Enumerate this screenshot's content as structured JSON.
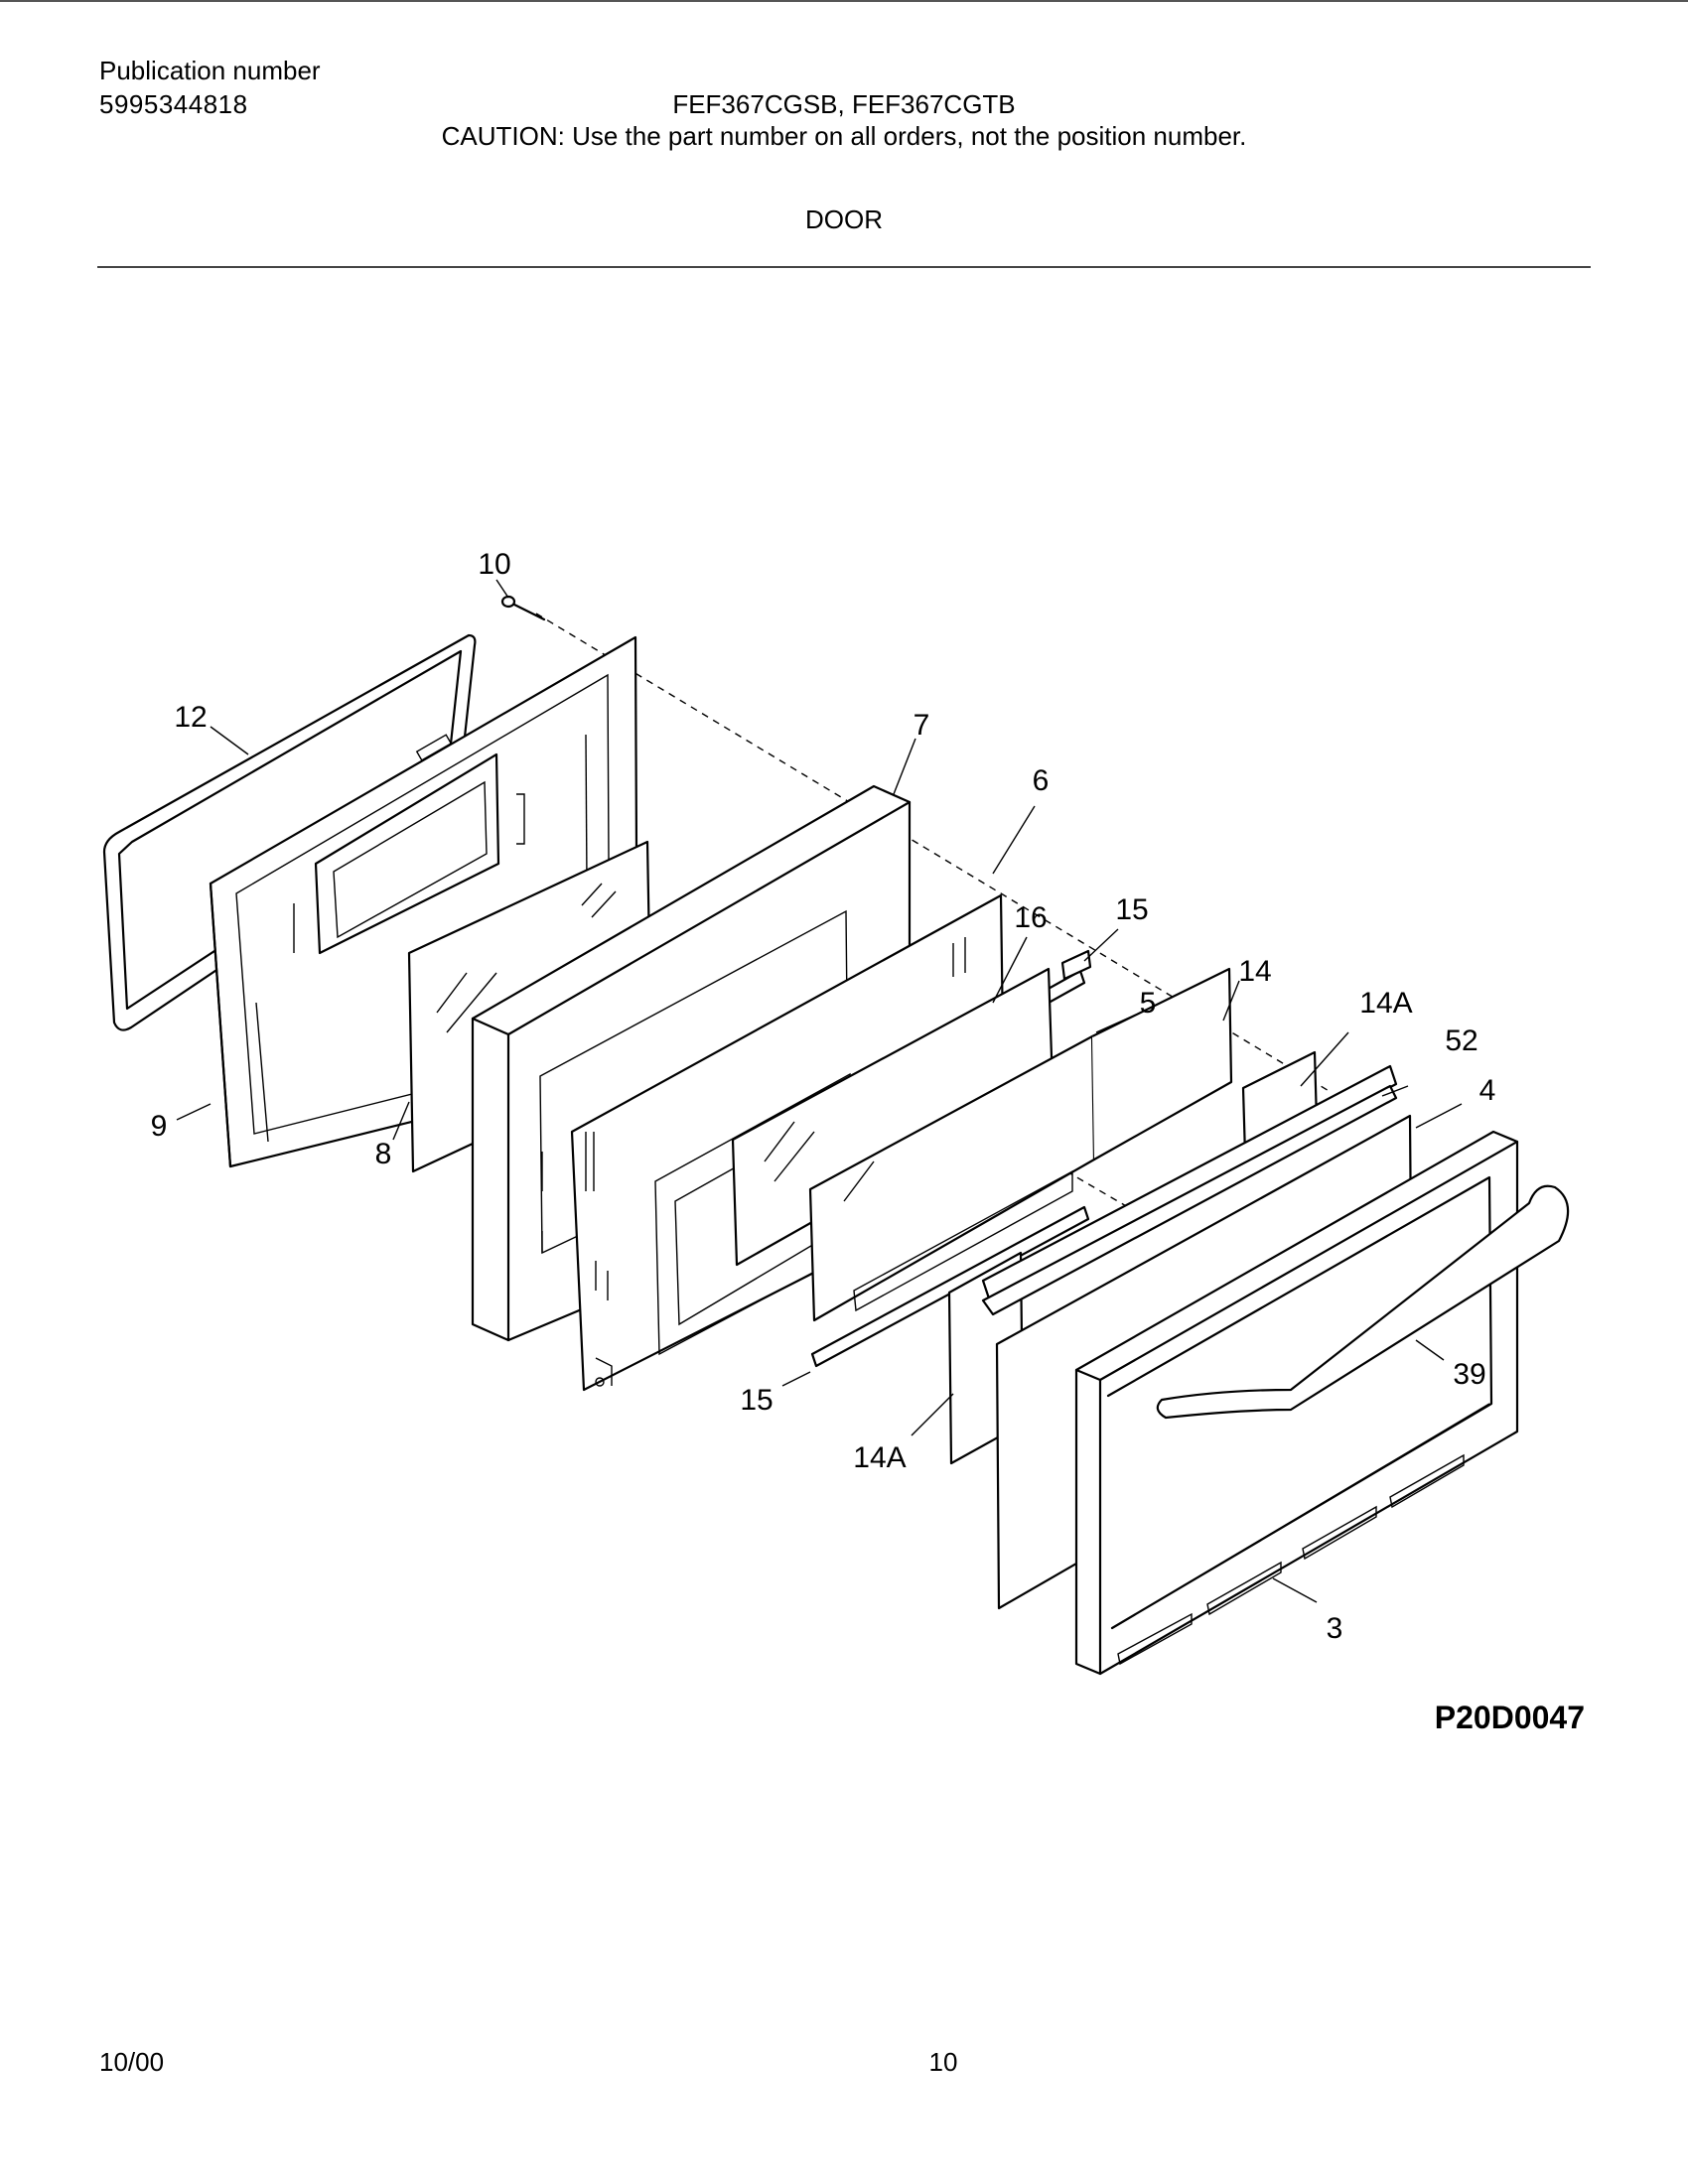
{
  "header": {
    "publication_label": "Publication number",
    "publication_number": "5995344818",
    "models": "FEF367CGSB, FEF367CGTB",
    "caution": "CAUTION:  Use the part number on all orders, not the position number.",
    "section_title": "DOOR"
  },
  "callouts": [
    "10",
    "12",
    "7",
    "6",
    "16",
    "15",
    "14",
    "14A",
    "52",
    "5",
    "4",
    "9",
    "8",
    "39",
    "15",
    "14A",
    "3"
  ],
  "figure_code": "P20D0047",
  "footer": {
    "date": "10/00",
    "page": "10"
  }
}
